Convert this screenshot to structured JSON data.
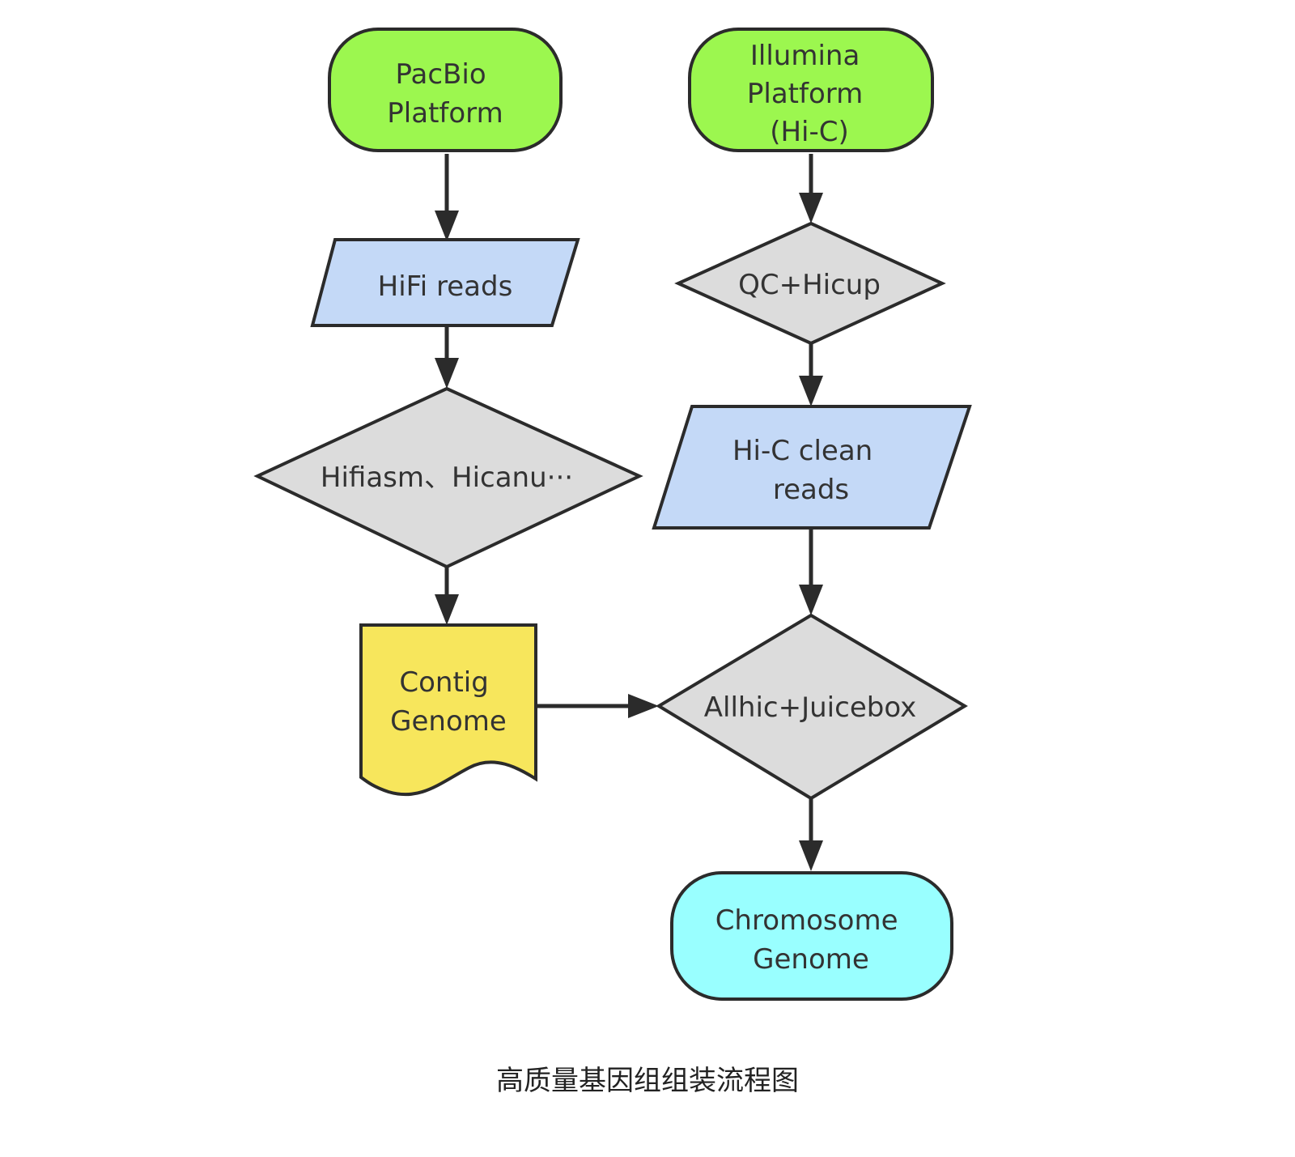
{
  "diagram": {
    "colors": {
      "terminal_start": "#9cf74f",
      "terminal_end": "#99ffff",
      "data": "#c4d9f7",
      "process": "#dcdcdc",
      "document": "#f7e65c",
      "stroke": "#2b2b2b"
    },
    "nodes": {
      "pacbio": {
        "lines": [
          "PacBio",
          "Platform"
        ],
        "shape": "terminal"
      },
      "illumina": {
        "lines": [
          "Illumina",
          "Platform",
          "(Hi-C)"
        ],
        "shape": "terminal"
      },
      "hifi_reads": {
        "lines": [
          "HiFi reads"
        ],
        "shape": "data"
      },
      "qc_hicup": {
        "lines": [
          "QC+Hicup"
        ],
        "shape": "decision"
      },
      "hifiasm": {
        "lines": [
          "Hifiasm、Hicanu···"
        ],
        "shape": "decision"
      },
      "hic_clean": {
        "lines": [
          "Hi-C clean",
          "reads"
        ],
        "shape": "data"
      },
      "contig": {
        "lines": [
          "Contig",
          "Genome"
        ],
        "shape": "document"
      },
      "allhic": {
        "lines": [
          "Allhic+Juicebox"
        ],
        "shape": "decision"
      },
      "chromosome": {
        "lines": [
          "Chromosome",
          "Genome"
        ],
        "shape": "terminal"
      }
    },
    "edges": [
      {
        "from": "pacbio",
        "to": "hifi_reads"
      },
      {
        "from": "hifi_reads",
        "to": "hifiasm"
      },
      {
        "from": "hifiasm",
        "to": "contig"
      },
      {
        "from": "illumina",
        "to": "qc_hicup"
      },
      {
        "from": "qc_hicup",
        "to": "hic_clean"
      },
      {
        "from": "hic_clean",
        "to": "allhic"
      },
      {
        "from": "contig",
        "to": "allhic"
      },
      {
        "from": "allhic",
        "to": "chromosome"
      }
    ]
  },
  "caption": "高质量基因组组装流程图"
}
